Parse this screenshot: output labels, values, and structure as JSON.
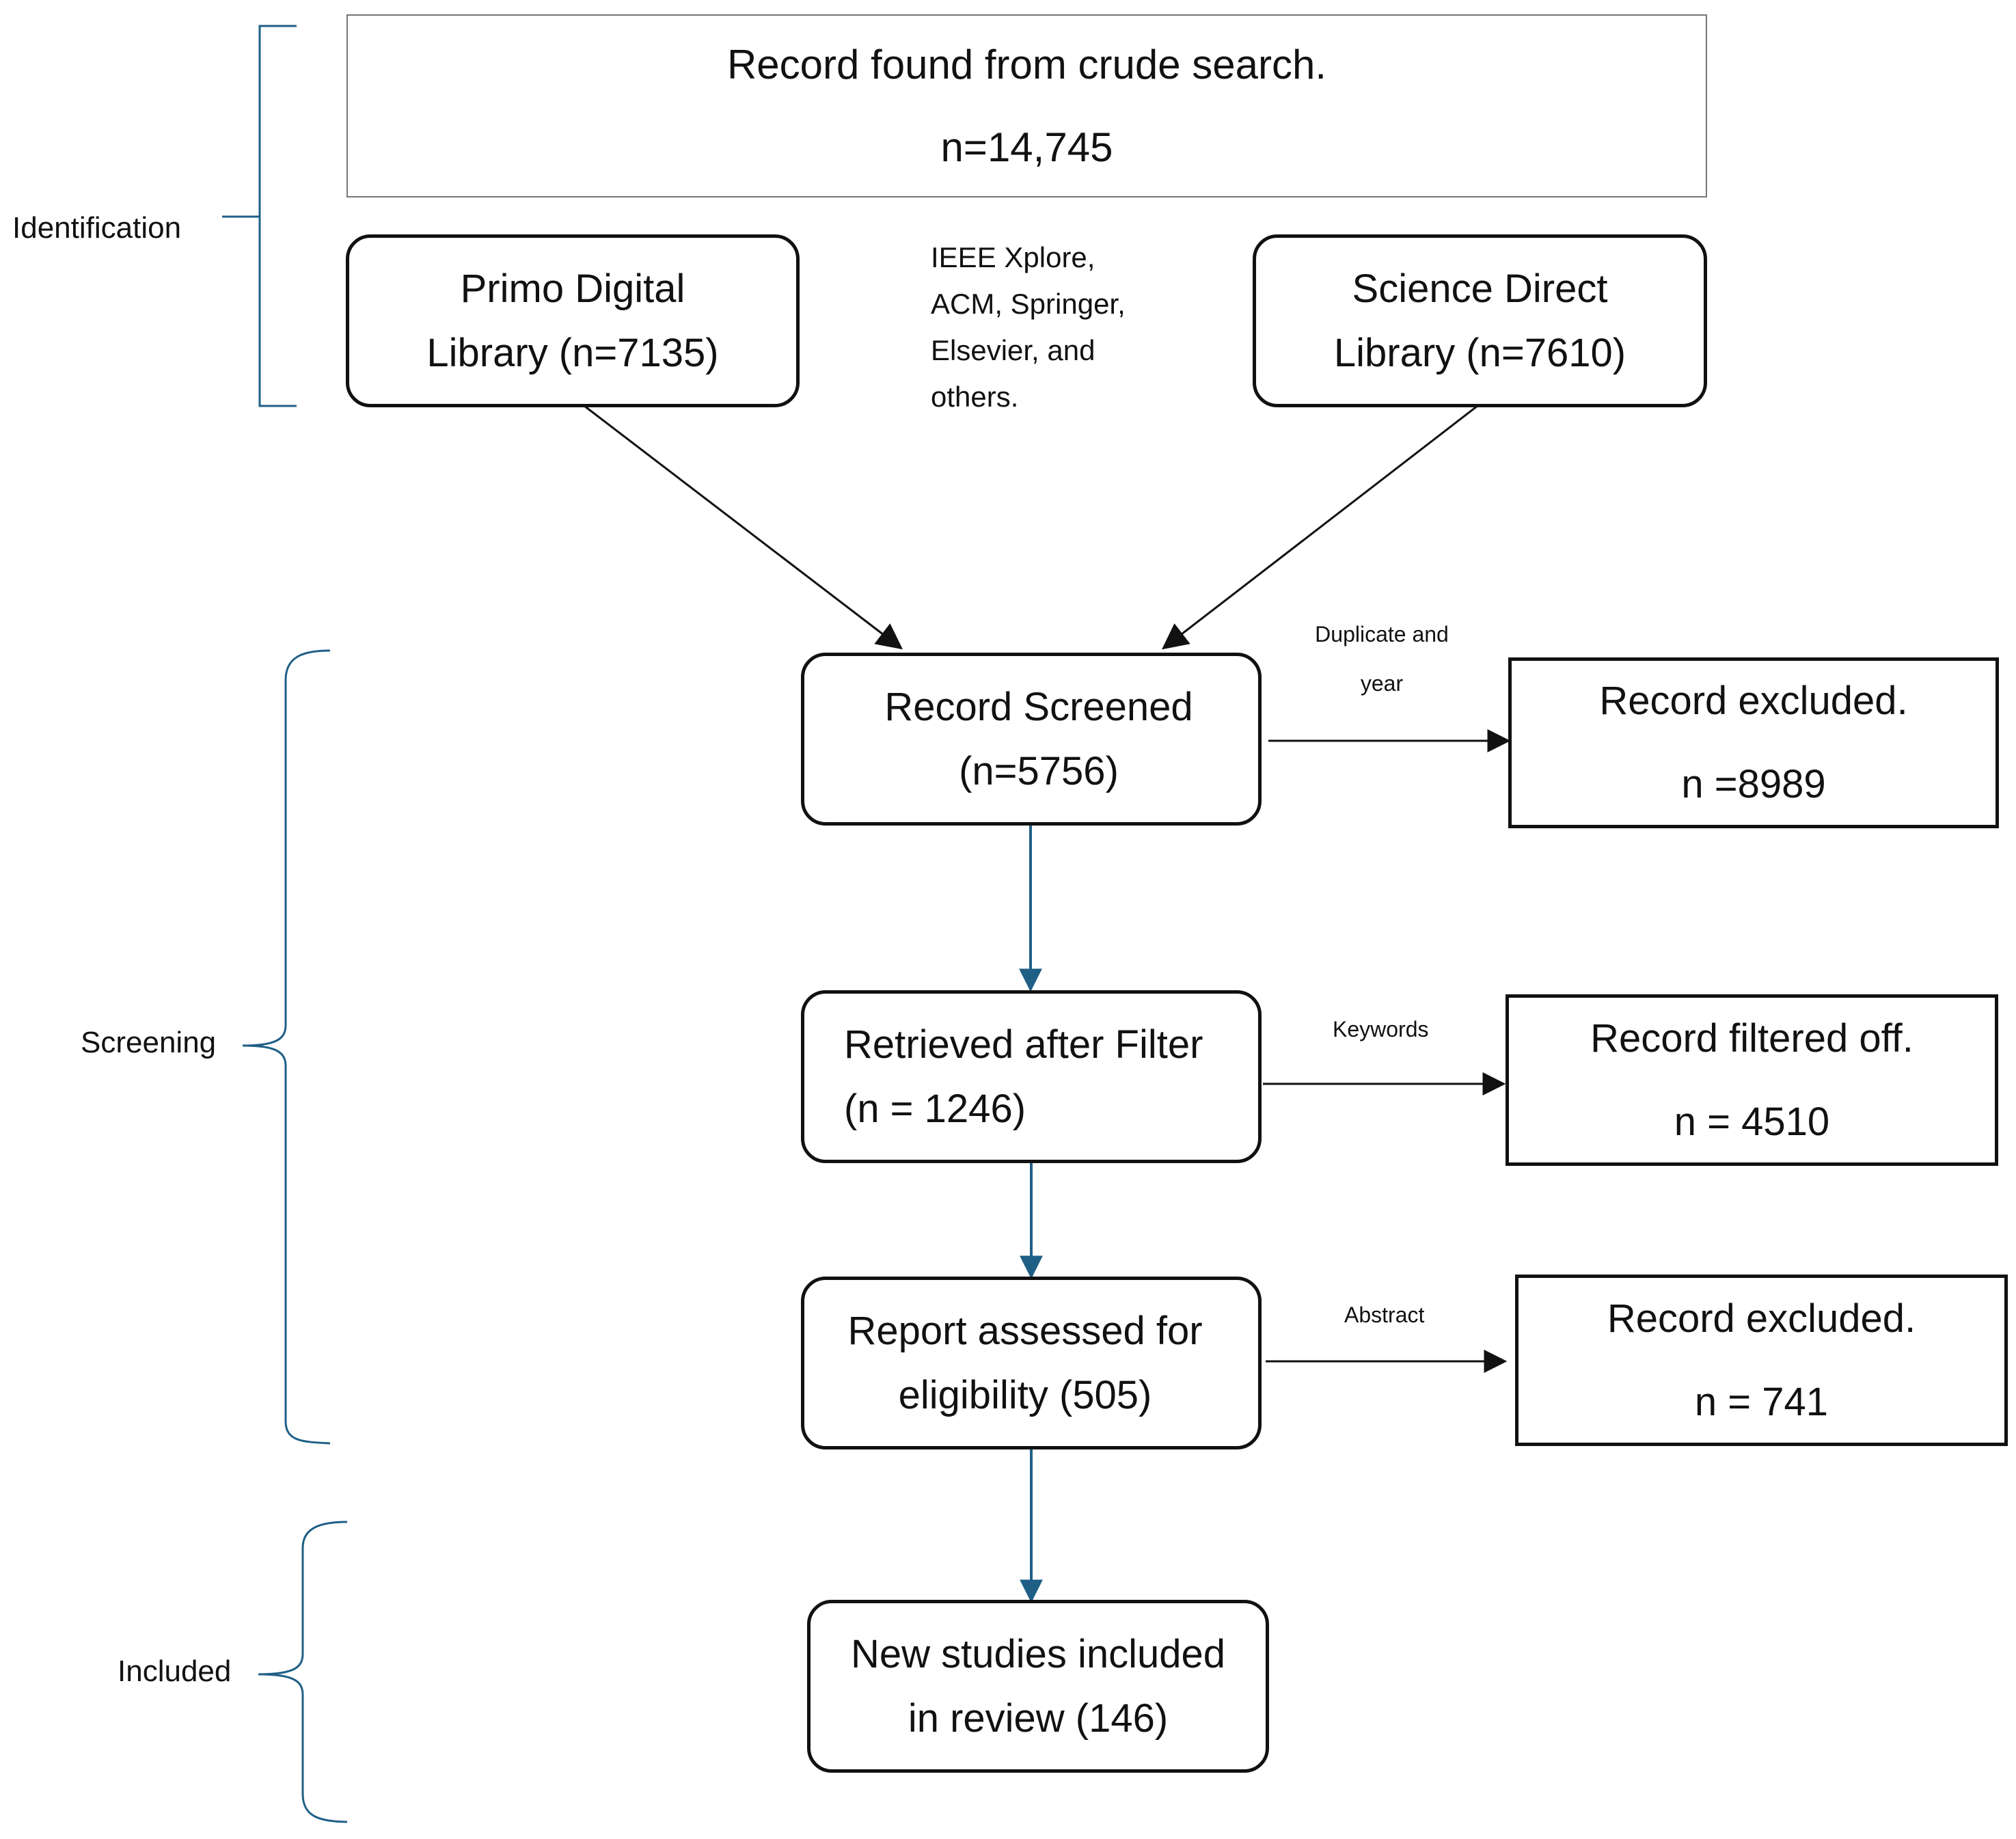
{
  "colors": {
    "bracket": "#1f5f86",
    "flow_arrow": "#1f5f86",
    "black_arrow": "#111111",
    "box_border": "#111111",
    "top_box_border": "#777777"
  },
  "stages": {
    "identification": "Identification",
    "screening": "Screening",
    "included": "Included"
  },
  "top_box": {
    "title": "Record found from crude search.",
    "count": "n=14,745"
  },
  "sources": {
    "primo": {
      "line1": "Primo Digital",
      "line2": "Library (n=7135)"
    },
    "science_direct": {
      "line1": "Science Direct",
      "line2": "Library (n=7610)"
    },
    "publishers_note": [
      "IEEE Xplore,",
      "ACM, Springer,",
      "Elsevier, and",
      "others."
    ]
  },
  "flow": {
    "screened": {
      "line1": "Record Screened",
      "line2": "(n=5756)"
    },
    "filtered": {
      "line1": "Retrieved after Filter",
      "line2": "(n = 1246)"
    },
    "eligibility": {
      "line1": "Report assessed for",
      "line2": "eligibility (505)"
    },
    "included": {
      "line1": "New studies included",
      "line2": "in review (146)"
    }
  },
  "exclusions": {
    "duplicates": {
      "label_line1": "Duplicate and",
      "label_line2": "year",
      "title": "Record excluded.",
      "count": "n =8989"
    },
    "keywords": {
      "label": "Keywords",
      "title": "Record filtered off.",
      "count": "n = 4510"
    },
    "abstract": {
      "label": "Abstract",
      "title": "Record excluded.",
      "count": "n = 741"
    }
  }
}
